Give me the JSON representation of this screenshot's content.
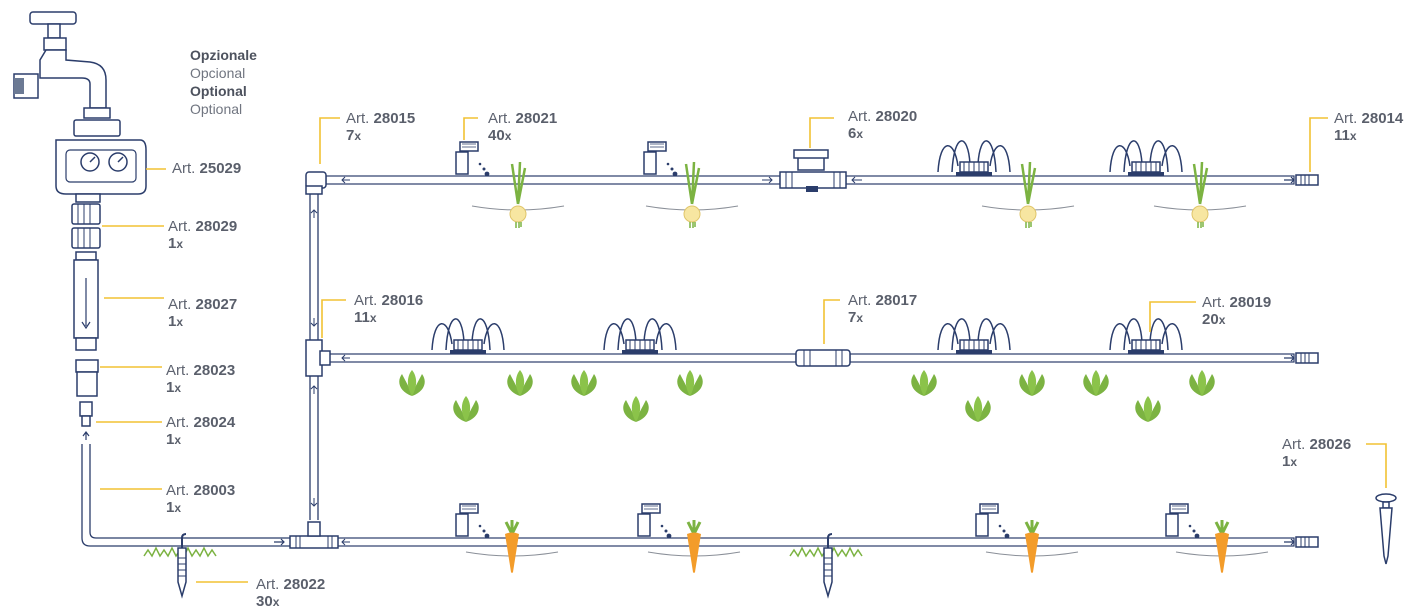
{
  "optional_note": {
    "line1": "Opzionale",
    "line2": "Opcional",
    "line3": "Optional",
    "line4": "Optional"
  },
  "labels": {
    "a25029": {
      "prefix": "Art. ",
      "code": "25029",
      "qty": ""
    },
    "a28029": {
      "prefix": "Art. ",
      "code": "28029",
      "qty": "1"
    },
    "a28027": {
      "prefix": "Art. ",
      "code": "28027",
      "qty": "1"
    },
    "a28023": {
      "prefix": "Art. ",
      "code": "28023",
      "qty": "1"
    },
    "a28024": {
      "prefix": "Art. ",
      "code": "28024",
      "qty": "1"
    },
    "a28003": {
      "prefix": "Art. ",
      "code": "28003",
      "qty": "1"
    },
    "a28022": {
      "prefix": "Art. ",
      "code": "28022",
      "qty": "30"
    },
    "a28015": {
      "prefix": "Art. ",
      "code": "28015",
      "qty": "7"
    },
    "a28021": {
      "prefix": "Art. ",
      "code": "28021",
      "qty": "40"
    },
    "a28020": {
      "prefix": "Art. ",
      "code": "28020",
      "qty": "6"
    },
    "a28014": {
      "prefix": "Art. ",
      "code": "28014",
      "qty": "11"
    },
    "a28016": {
      "prefix": "Art. ",
      "code": "28016",
      "qty": "11"
    },
    "a28017": {
      "prefix": "Art. ",
      "code": "28017",
      "qty": "7"
    },
    "a28019": {
      "prefix": "Art. ",
      "code": "28019",
      "qty": "20"
    },
    "a28026": {
      "prefix": "Art. ",
      "code": "28026",
      "qty": "1"
    }
  },
  "qty_suffix": "x",
  "colors": {
    "outline": "#2b3d6b",
    "leader": "#f2c233",
    "pipe_fill": "#ffffff",
    "fitting_fill": "#ffffff",
    "leaf": "#7cb342",
    "carrot": "#f39c2a",
    "onion": "#f7e6a1",
    "text": "#5e6370"
  }
}
